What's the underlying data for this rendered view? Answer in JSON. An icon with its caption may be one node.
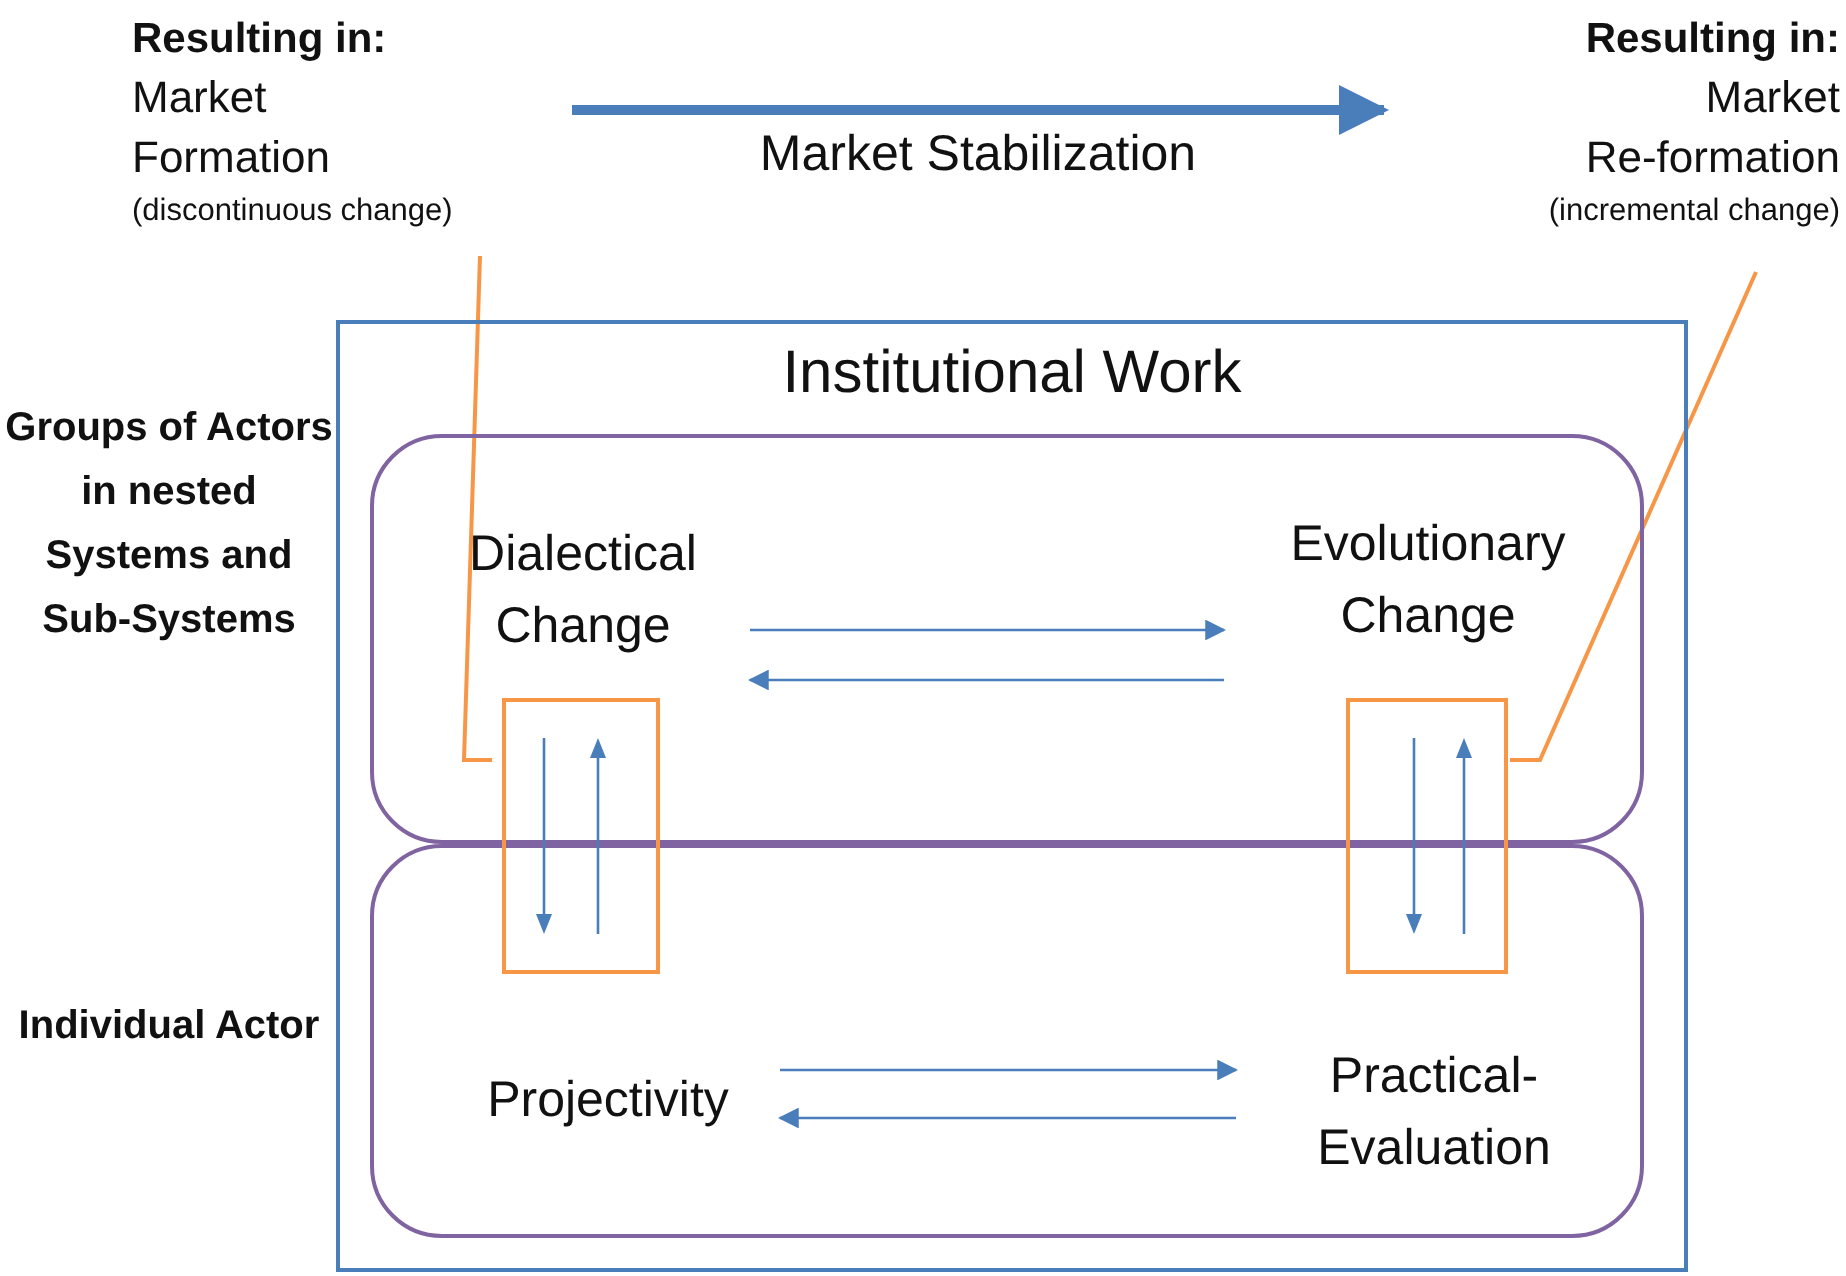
{
  "diagram": {
    "nodes": [
      {
        "text": [
          "Institutional Work"
        ]
      },
      {
        "text": [],
        "shape": "box",
        "in": 0
      },
      {
        "text": [],
        "shape": "box",
        "in": 0
      },
      {
        "text": [
          "Dialectical Change"
        ],
        "in": 1
      },
      {
        "text": [
          "Evolutionary Change"
        ],
        "in": 1
      },
      {
        "text": [
          "Projectivity"
        ],
        "in": 2
      },
      {
        "text": [
          "Practical-Evaluation"
        ],
        "in": 2
      },
      {
        "text": [],
        "shape": "box",
        "in": 0
      },
      {
        "text": [],
        "shape": "box",
        "in": 0
      },
      {
        "text": [
          "Resulting in:",
          "Market Formation",
          "(discontinuous change)"
        ]
      },
      {
        "text": [
          "Resulting in:",
          "Market Re-formation",
          "(incremental change)"
        ]
      }
    ],
    "edges": [
      {
        "from": 3,
        "to": 4,
        "arrow": "to"
      },
      {
        "from": 4,
        "to": 3,
        "arrow": "to"
      },
      {
        "from": 5,
        "to": 6,
        "arrow": "to"
      },
      {
        "from": 6,
        "to": 5,
        "arrow": "to"
      },
      {
        "from": 9,
        "to": 10,
        "arrow": "to",
        "label": "Market Stabilization",
        "style": "thick"
      },
      {
        "from": 9,
        "to": 7,
        "arrow": "none",
        "color": "#f79646"
      },
      {
        "from": 10,
        "to": 8,
        "arrow": "none",
        "color": "#f79646"
      }
    ],
    "labels": [
      "Groups of Actors in nested Systems and Sub-Systems",
      "Individual Actor"
    ]
  }
}
